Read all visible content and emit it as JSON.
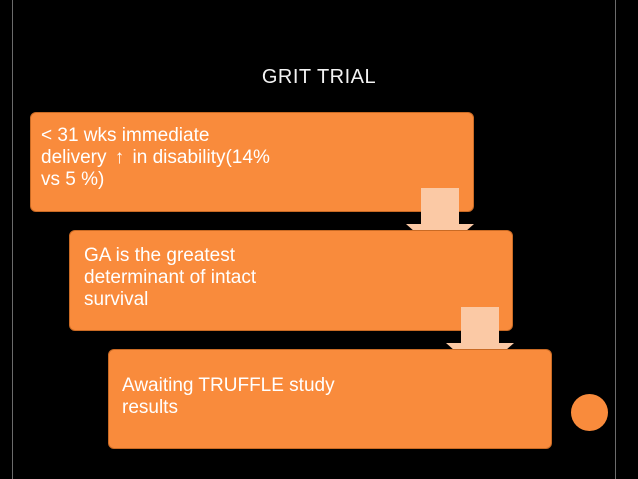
{
  "title": "GRIT TRIAL",
  "steps": [
    {
      "line1": "< 31 wks immediate",
      "line2_pre": "delivery",
      "line2_icon": "↑",
      "line2_post": "in disability(14%",
      "line3": "vs 5 %)"
    },
    {
      "line1": "GA is the greatest",
      "line2": "determinant of intact",
      "line3": "survival"
    },
    {
      "line1": "Awaiting TRUFFLE study",
      "line2": "results"
    }
  ],
  "colors": {
    "background": "#000000",
    "box_fill": "#f98b3c",
    "arrow_fill": "#fbc9a5",
    "title_text": "#f3f3f3",
    "box_text": "#ffffff"
  },
  "icons": {
    "increase_icon": "up-arrow-icon",
    "connector_icon": "down-arrow-icon",
    "nav_icon": "circle-icon"
  }
}
